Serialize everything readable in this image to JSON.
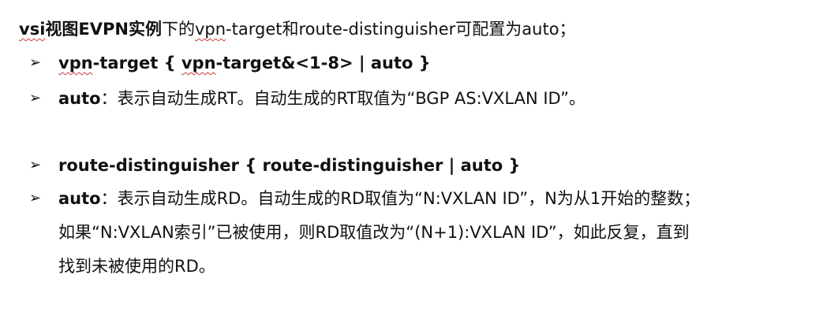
{
  "intro": {
    "bold_keyword": "vsi",
    "bold_rest": "视图EVPN实例",
    "plain_prefix": "下的",
    "squiggle_word": "vpn",
    "plain_rest": "-target和route-distinguisher可配置为auto；"
  },
  "bullets": {
    "symbol": "➢",
    "b1": {
      "squiggle_word": "vpn",
      "bold_a": "-target { ",
      "squiggle_word2": "vpn",
      "bold_b": "-target&<1-8> | auto }"
    },
    "b2": {
      "bold": "auto",
      "text": "：表示自动生成RT。自动生成的RT取值为“BGP AS:VXLAN ID”。"
    },
    "b3": {
      "bold": "route-distinguisher { route-distinguisher | auto }"
    },
    "b4": {
      "bold": "auto",
      "line1": "：表示自动生成RD。自动生成的RD取值为“N:VXLAN ID”，N为从1开始的整数；",
      "line2": "如果“N:VXLAN索引”已被使用，则RD取值改为“(N+1):VXLAN ID”，如此反复，直到",
      "line3": "找到未被使用的RD。"
    }
  }
}
